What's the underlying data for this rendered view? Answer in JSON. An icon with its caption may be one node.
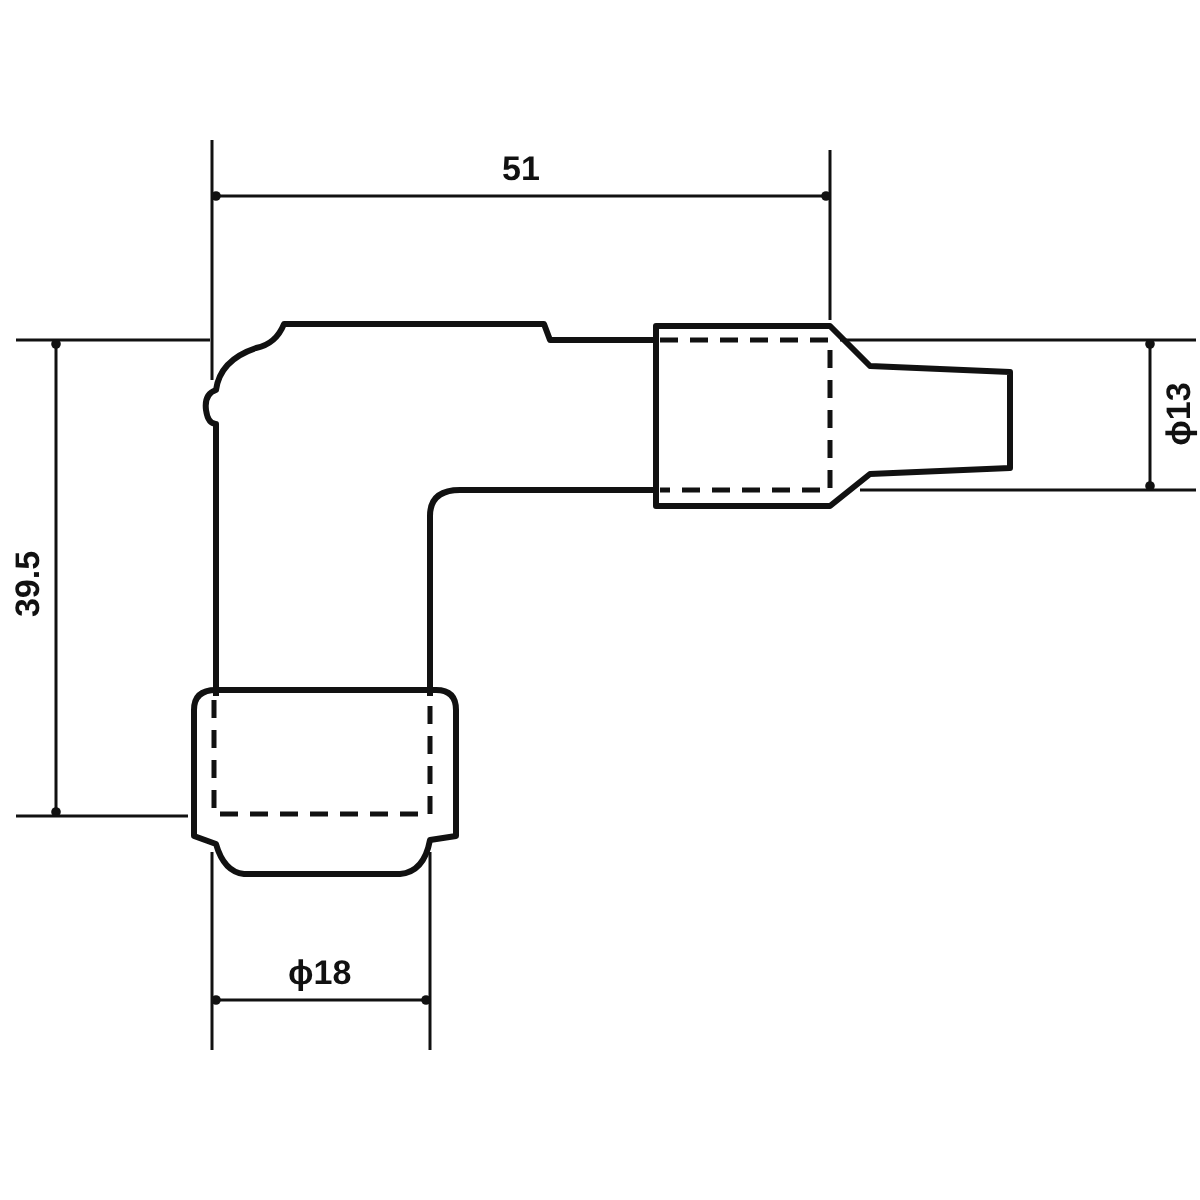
{
  "diagram": {
    "labels": [
      "51",
      "ϕ13",
      "39.5",
      "ϕ18"
    ]
  }
}
